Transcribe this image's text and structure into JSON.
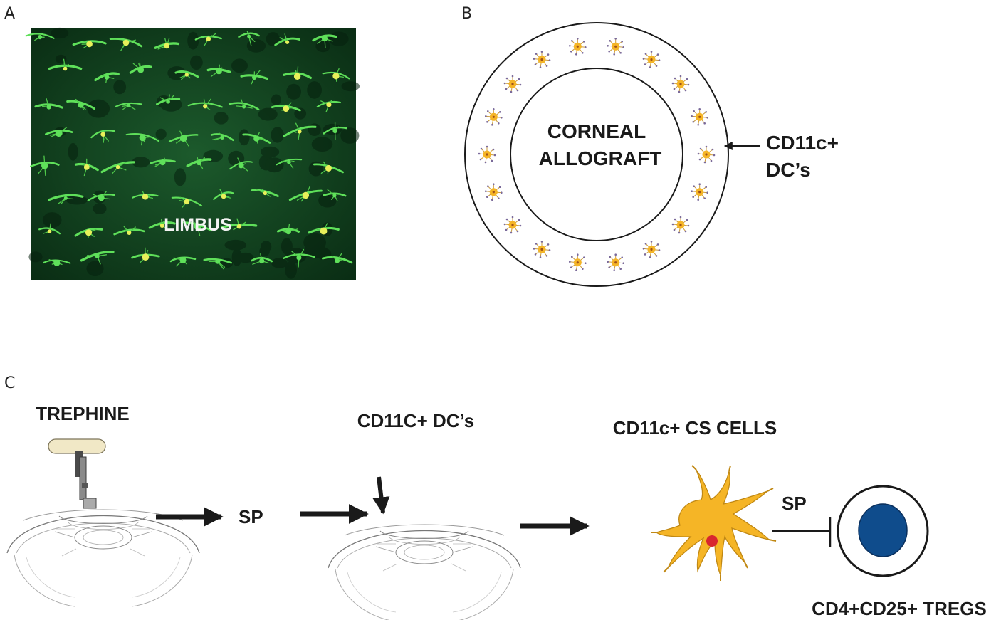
{
  "panels": {
    "a": {
      "letter": "A",
      "image_label": "LIMBUS"
    },
    "b": {
      "letter": "B",
      "center_line1": "CORNEAL",
      "center_line2": "ALLOGRAFT",
      "arrow_line1": "CD11c+",
      "arrow_line2": "DC’s"
    },
    "c": {
      "letter": "C",
      "trephine_label": "TREPHINE",
      "sp_label_1": "SP",
      "dc_label": "CD11C+ DC’s",
      "cs_cells_label": "CD11c+ CS CELLS",
      "sp_label_2": "SP",
      "tregs_label": "CD4+CD25+ TREGS"
    }
  },
  "colors": {
    "micrograph_bg": "#0d3a1b",
    "micrograph_cell": "#5fe05a",
    "micrograph_highlight": "#e8f05a",
    "dc_cell": "#f5b526",
    "dc_nucleus": "#d8262f",
    "treg_nucleus": "#0f4c8c",
    "line": "#1a1a1a"
  }
}
